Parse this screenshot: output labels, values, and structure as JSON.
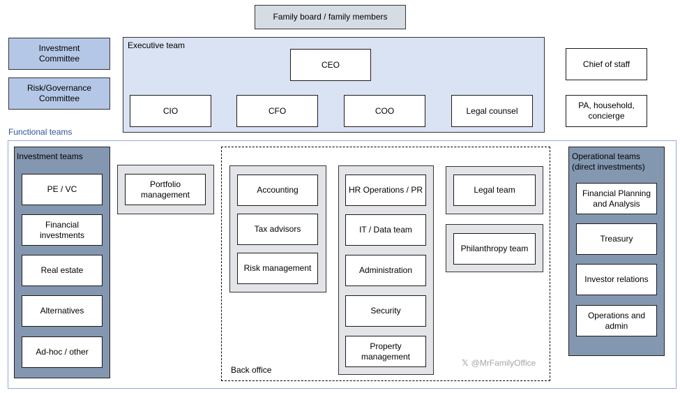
{
  "family_board": "Family board / family members",
  "left_committees": [
    "Investment\nCommittee",
    "Risk/Governance\nCommittee"
  ],
  "executive": {
    "title": "Executive team",
    "ceo": "CEO",
    "members": [
      "CIO",
      "CFO",
      "COO",
      "Legal counsel"
    ]
  },
  "right_staff": [
    "Chief of staff",
    "PA, household,\nconcierge"
  ],
  "functional_title": "Functional teams",
  "investment_teams": {
    "title": "Investment teams",
    "items": [
      "PE / VC",
      "Financial\ninvestments",
      "Real estate",
      "Alternatives",
      "Ad-hoc / other"
    ]
  },
  "portfolio_management": "Portfolio\nmanagement",
  "back_office": {
    "title": "Back office",
    "finance_group": [
      "Accounting",
      "Tax advisors",
      "Risk management"
    ],
    "ops_group": [
      "HR Operations / PR",
      "IT / Data team",
      "Administration",
      "Security",
      "Property\nmanagement"
    ]
  },
  "legal_team": "Legal team",
  "philanthropy_team": "Philanthropy team",
  "operational_teams": {
    "title": "Operational teams\n(direct investments)",
    "items": [
      "Financial Planning\nand Analysis",
      "Treasury",
      "Investor relations",
      "Operations and\nadmin"
    ]
  },
  "watermark": {
    "icon": "x-logo-icon",
    "text": "@MrFamilyOffice"
  },
  "colors": {
    "executive_panel": "#dae3f3",
    "committee_boxes": "#b4c7e7",
    "team_panels": "#8497b0",
    "functional_border": "#8faadc",
    "functional_label": "#2f5597"
  }
}
